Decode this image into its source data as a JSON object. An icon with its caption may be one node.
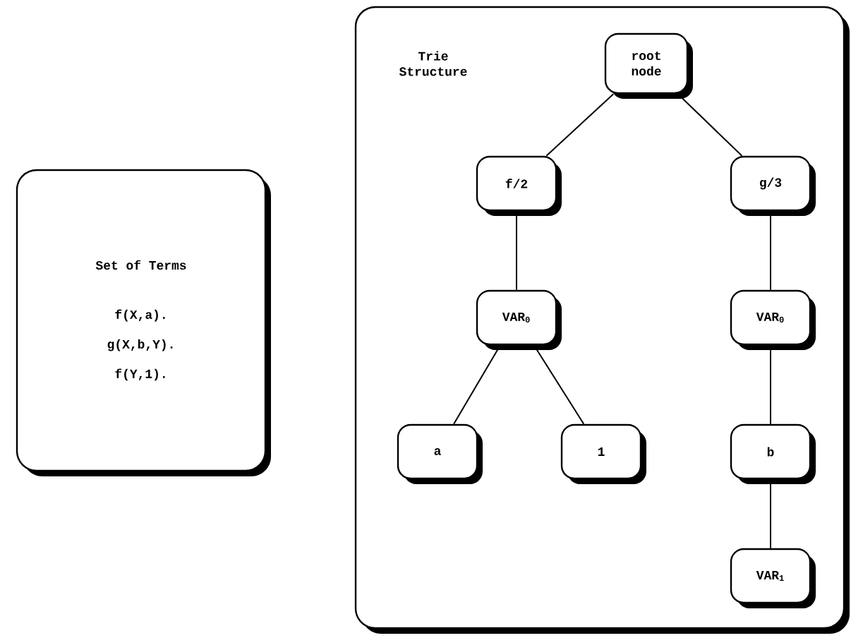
{
  "diagram": {
    "nodes": [
      {
        "text": [
          "Set of Terms",
          "f(X,a).",
          "g(X,b,Y).",
          "f(Y,1)."
        ]
      },
      {
        "text": [
          "Trie Structure"
        ]
      },
      {
        "text": [
          "root node"
        ],
        "in": 1
      },
      {
        "text": [
          "f/2"
        ],
        "in": 1
      },
      {
        "text": [
          "g/3"
        ],
        "in": 1
      },
      {
        "text": [
          "VAR$_{0}$"
        ],
        "in": 1
      },
      {
        "text": [
          "VAR$_{0}$"
        ],
        "in": 1
      },
      {
        "text": [
          "a"
        ],
        "in": 1
      },
      {
        "text": [
          "1"
        ],
        "in": 1
      },
      {
        "text": [
          "b"
        ],
        "in": 1
      },
      {
        "text": [
          "VAR$_{1}$"
        ],
        "in": 1
      }
    ],
    "edges": [
      {
        "from": 2,
        "to": 3,
        "arrow": "none"
      },
      {
        "from": 2,
        "to": 4,
        "arrow": "none"
      },
      {
        "from": 3,
        "to": 5,
        "arrow": "none"
      },
      {
        "from": 4,
        "to": 6,
        "arrow": "none"
      },
      {
        "from": 5,
        "to": 7,
        "arrow": "none"
      },
      {
        "from": 5,
        "to": 8,
        "arrow": "none"
      },
      {
        "from": 6,
        "to": 9,
        "arrow": "none"
      },
      {
        "from": 9,
        "to": 10,
        "arrow": "none"
      }
    ]
  }
}
